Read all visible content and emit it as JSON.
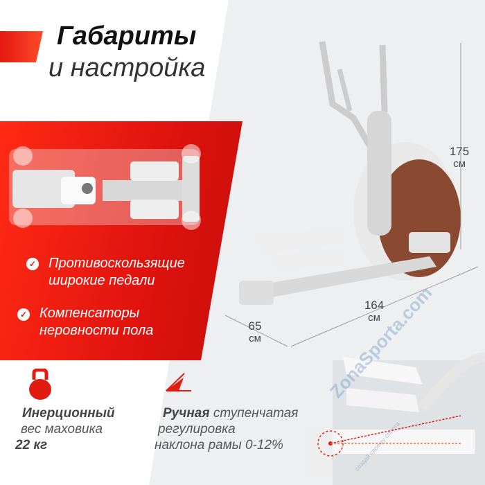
{
  "title": {
    "line1": "Габариты",
    "line2": "и настройка"
  },
  "features": [
    {
      "icon": "check-icon",
      "line1": "Противоскользящие",
      "line2": "широкие педали"
    },
    {
      "icon": "check-icon",
      "line1": "Компенсаторы",
      "line2": "неровности пола"
    }
  ],
  "dimensions": {
    "height": {
      "value": "175",
      "unit": "см"
    },
    "length": {
      "value": "164",
      "unit": "см"
    },
    "width": {
      "value": "65",
      "unit": "см"
    }
  },
  "flywheel": {
    "icon": "kettlebell-icon",
    "bold": "Инерционный",
    "line2": "вес маховика",
    "line3": "22 кг"
  },
  "incline": {
    "icon": "incline-angle-icon",
    "bold": "Ручная",
    "rest": " ступенчатая",
    "line2": "регулировка",
    "line3": "наклона рамы 0-12%"
  },
  "watermark": {
    "brand": "ZonaSporta.com",
    "tagline": "создай своему спорта"
  },
  "colors": {
    "accent": "#e21b10",
    "text": "#444444",
    "panel": "#eeeff1"
  }
}
